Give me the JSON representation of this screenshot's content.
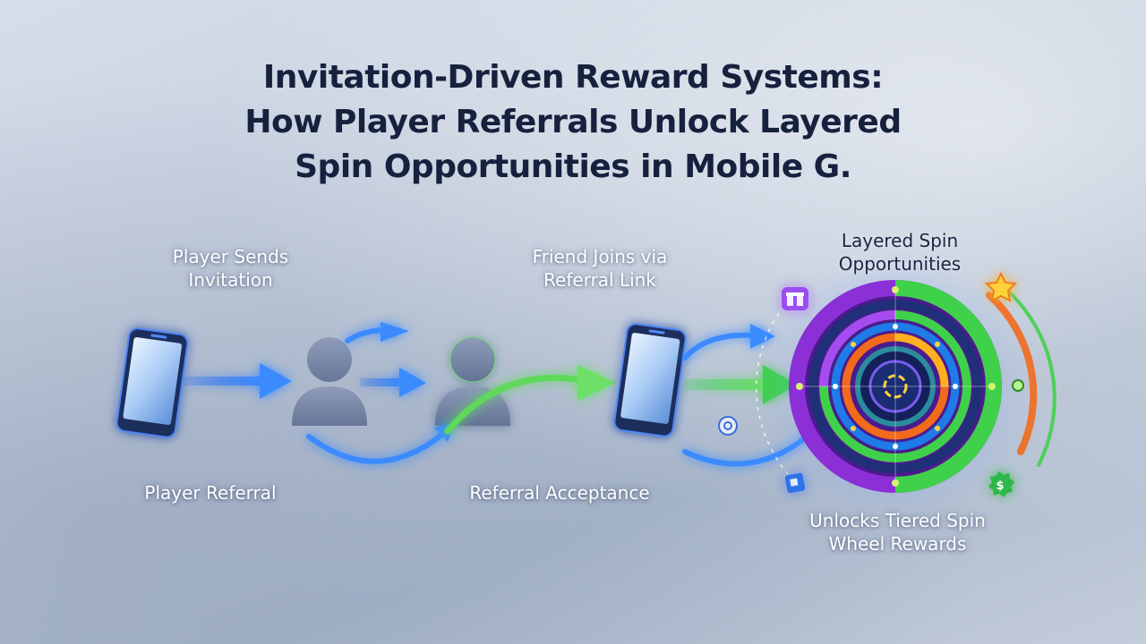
{
  "title": {
    "line1": "Invitation-Driven Reward Systems:",
    "line2": "How Player Referrals Unlock Layered",
    "line3": "Spin Opportunities in Mobile G."
  },
  "labels": {
    "player_sends_1": "Player Sends",
    "player_sends_2": "Invitation",
    "friend_joins_1": "Friend Joins via",
    "friend_joins_2": "Referral Link",
    "layered_1": "Layered Spin",
    "layered_2": "Opportunities",
    "player_referral": "Player Referral",
    "referral_acceptance": "Referral Acceptance",
    "unlocks_1": "Unlocks Tiered Spin",
    "unlocks_2": "Wheel Rewards"
  },
  "icons": [
    "phone-icon",
    "user-icon",
    "gift-icon",
    "star-icon",
    "dollar-coin-icon",
    "ticket-icon"
  ],
  "colors": {
    "title": "#16213e",
    "blue_arrow": "#3b82f6",
    "green_arrow": "#4ade80",
    "ring_purple": "#8b2fd6",
    "ring_green": "#3fd14a",
    "ring_orange": "#f26a1b",
    "ring_blue": "#1e7be8"
  }
}
